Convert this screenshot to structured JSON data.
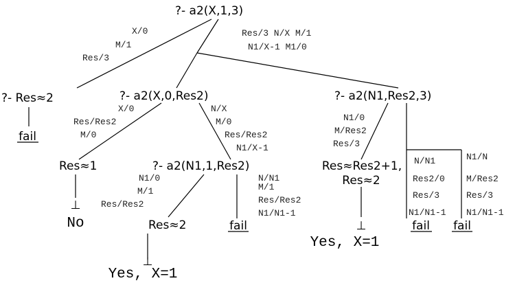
{
  "tree": {
    "root": "?- a2(X,1,3)",
    "left": {
      "subst": [
        "X/0",
        "M/1",
        "Res/3"
      ],
      "goal": "?- Res≈2",
      "leaf": "fail"
    },
    "right_subst": [
      "Res/3 N/X M/1",
      "N1/X-1 M1/0"
    ],
    "mid": {
      "goal": "?- a2(X,0,Res2)",
      "left_subst": [
        "X/0",
        "Res/Res2",
        "M/0"
      ],
      "left_goal": "Res≈1",
      "left_bottom": "⊥",
      "left_result": "No",
      "right_subst": [
        "N/X",
        "M/0",
        "Res/Res2",
        "N1/X-1"
      ],
      "right_goal": "?- a2(N1,1,Res2)",
      "sub_left_subst": [
        "N1/0",
        "M/1",
        "Res/Res2"
      ],
      "sub_left_goal": "Res≈2",
      "sub_left_bottom": "⊥",
      "sub_left_result": "Yes, X=1",
      "sub_right_subst": [
        "N/N1",
        "M/1",
        "Res/Res2",
        "N1/N1-1"
      ],
      "sub_right_leaf": "fail"
    },
    "far": {
      "goal": "?- a2(N1,Res2,3)",
      "left_subst": [
        "N1/0",
        "M/Res2",
        "Res/3"
      ],
      "left_goal": [
        "Res≈Res2+1,",
        "Res≈2"
      ],
      "left_bottom": "⊥",
      "left_result": "Yes, X=1",
      "mid_subst": [
        "N/N1",
        "Res2/0",
        "Res/3",
        "N1/N1-1"
      ],
      "mid_leaf": "fail",
      "right_subst": [
        "N1/N",
        "M/Res2",
        "Res/3",
        "N1/N1-1"
      ],
      "right_leaf": "fail"
    }
  }
}
